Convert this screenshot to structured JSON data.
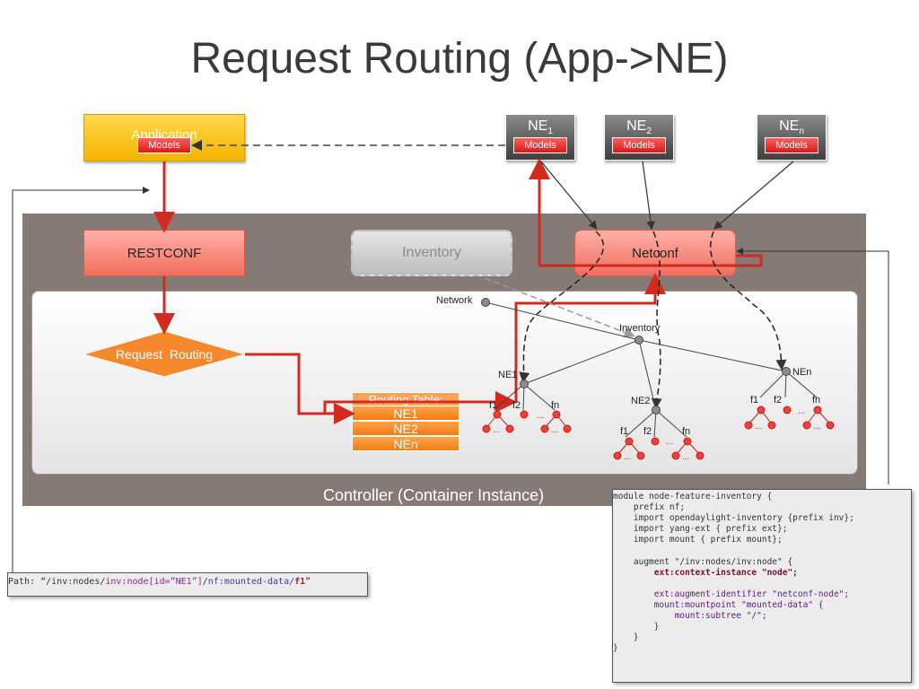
{
  "slide": {
    "title": "Request Routing (App->NE)"
  },
  "application": {
    "label": "Application",
    "models_label": "Models"
  },
  "network_elements": [
    {
      "name": "NE",
      "sub": "1",
      "models_label": "Models"
    },
    {
      "name": "NE",
      "sub": "2",
      "models_label": "Models"
    },
    {
      "name": "NE",
      "sub": "n",
      "models_label": "Models"
    }
  ],
  "controller": {
    "label": "Controller (Container Instance)",
    "restconf_label": "RESTCONF",
    "inventory_label": "Inventory",
    "netconf_label": "Netconf",
    "request_routing_label": "Request  Routing",
    "routing_table": {
      "header": "Routing Table:",
      "rows": [
        "NE1",
        "NE2",
        "NEn"
      ]
    }
  },
  "tree": {
    "network": "Network",
    "inventory": "Inventory",
    "ne1": "NE1",
    "ne2": "NE2",
    "nen": "NEn",
    "f1": "f1",
    "f2": "f2",
    "fn": "fn",
    "ellipsis": "..."
  },
  "code": {
    "lines": [
      "module node-feature-inventory {",
      "    prefix nf;",
      "    import opendaylight-inventory {prefix inv};",
      "    import yang-ext { prefix ext};",
      "    import mount { prefix mount};",
      "",
      "    augment \"/inv:nodes/inv:node\" {",
      "        ext:context-instance \"node\";",
      "",
      "        ext:augment-identifier \"netconf-node\";",
      "        mount:mountpoint \"mounted-data\" {",
      "            mount:subtree \"/\";",
      "        }",
      "    }",
      "}"
    ]
  },
  "path": {
    "prefix": "Path: “/inv:nodes/",
    "node_segment": "inv:node[id=”NE1”]",
    "slash": "/",
    "mounted_segment": "nf:mounted-data/",
    "leaf": "f1",
    "suffix": "”"
  },
  "colors": {
    "red_line": "#d42a1e",
    "controller_bg": "#857a75",
    "app_yellow": "#f5b400",
    "orange": "#f27c12"
  }
}
